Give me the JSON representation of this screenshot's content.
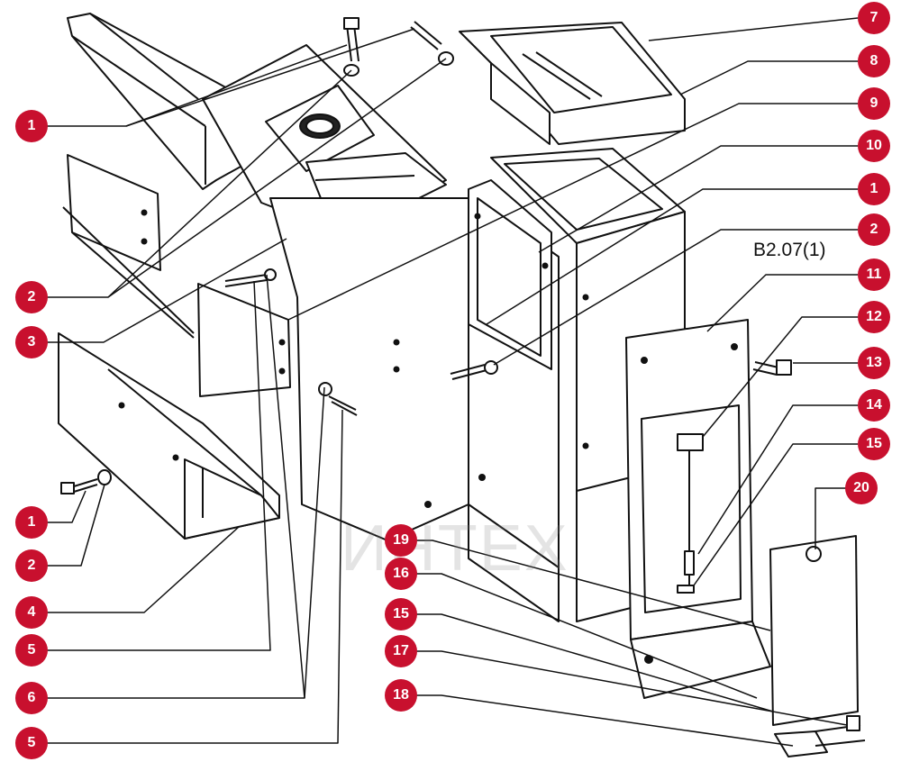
{
  "drawing_ref": "B2.07(1)",
  "watermark": "ИНТЕХ",
  "accent_color": "#c8102e",
  "callouts": [
    {
      "id": "c1a",
      "label": "1"
    },
    {
      "id": "c2a",
      "label": "2"
    },
    {
      "id": "c3",
      "label": "3"
    },
    {
      "id": "c1b",
      "label": "1"
    },
    {
      "id": "c2b",
      "label": "2"
    },
    {
      "id": "c4",
      "label": "4"
    },
    {
      "id": "c5a",
      "label": "5"
    },
    {
      "id": "c6",
      "label": "6"
    },
    {
      "id": "c5b",
      "label": "5"
    },
    {
      "id": "c7",
      "label": "7"
    },
    {
      "id": "c8",
      "label": "8"
    },
    {
      "id": "c9",
      "label": "9"
    },
    {
      "id": "c10",
      "label": "10"
    },
    {
      "id": "c1c",
      "label": "1"
    },
    {
      "id": "c2c",
      "label": "2"
    },
    {
      "id": "c11",
      "label": "11"
    },
    {
      "id": "c12",
      "label": "12"
    },
    {
      "id": "c13",
      "label": "13"
    },
    {
      "id": "c14",
      "label": "14"
    },
    {
      "id": "c15a",
      "label": "15"
    },
    {
      "id": "c20",
      "label": "20"
    },
    {
      "id": "c19",
      "label": "19"
    },
    {
      "id": "c16",
      "label": "16"
    },
    {
      "id": "c15b",
      "label": "15"
    },
    {
      "id": "c17",
      "label": "17"
    },
    {
      "id": "c18",
      "label": "18"
    }
  ]
}
